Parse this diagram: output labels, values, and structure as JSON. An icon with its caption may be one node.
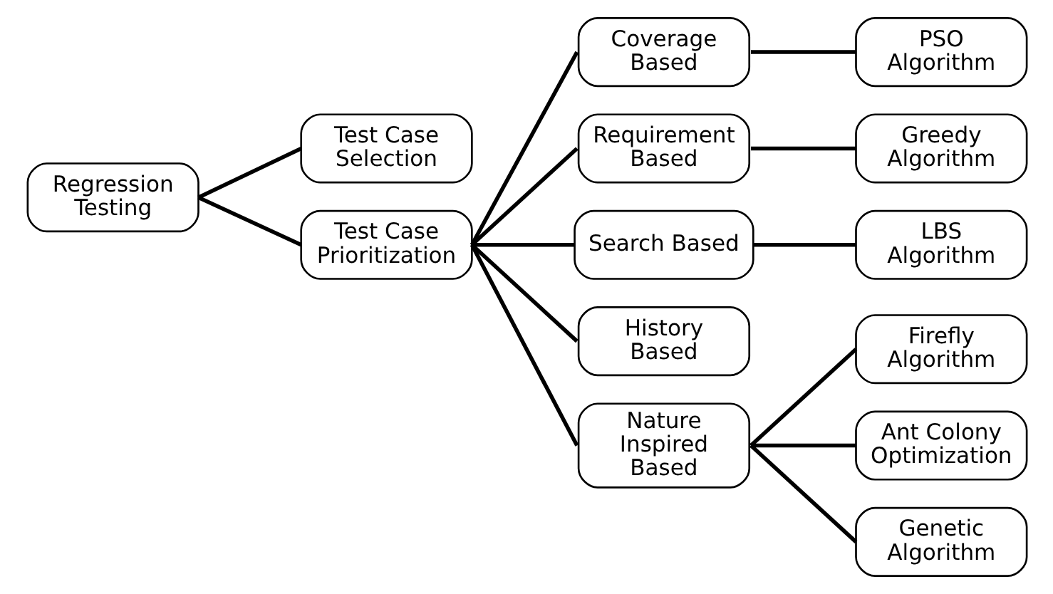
{
  "diagram": {
    "nodes": [
      {
        "text": [
          "Regression Testing"
        ]
      },
      {
        "text": [
          "Test Case Selection"
        ]
      },
      {
        "text": [
          "Test Case Prioritization"
        ]
      },
      {
        "text": [
          "Coverage Based"
        ]
      },
      {
        "text": [
          "Requirement Based"
        ]
      },
      {
        "text": [
          "Search Based"
        ]
      },
      {
        "text": [
          "History Based"
        ]
      },
      {
        "text": [
          "Nature Inspired Based"
        ]
      },
      {
        "text": [
          "PSO Algorithm"
        ]
      },
      {
        "text": [
          "Greedy Algorithm"
        ]
      },
      {
        "text": [
          "LBS Algorithm"
        ]
      },
      {
        "text": [
          "Firefly Algorithm"
        ]
      },
      {
        "text": [
          "Ant Colony Optimization"
        ]
      },
      {
        "text": [
          "Genetic Algorithm"
        ]
      }
    ],
    "edges": [
      {
        "from": 0,
        "to": 1,
        "arrow": "none"
      },
      {
        "from": 0,
        "to": 2,
        "arrow": "none"
      },
      {
        "from": 2,
        "to": 3,
        "arrow": "none"
      },
      {
        "from": 2,
        "to": 4,
        "arrow": "none"
      },
      {
        "from": 2,
        "to": 5,
        "arrow": "none"
      },
      {
        "from": 2,
        "to": 6,
        "arrow": "none"
      },
      {
        "from": 2,
        "to": 7,
        "arrow": "none"
      },
      {
        "from": 3,
        "to": 8,
        "arrow": "none"
      },
      {
        "from": 4,
        "to": 9,
        "arrow": "none"
      },
      {
        "from": 5,
        "to": 10,
        "arrow": "none"
      },
      {
        "from": 7,
        "to": 11,
        "arrow": "none"
      },
      {
        "from": 7,
        "to": 12,
        "arrow": "none"
      },
      {
        "from": 7,
        "to": 13,
        "arrow": "none"
      }
    ]
  }
}
